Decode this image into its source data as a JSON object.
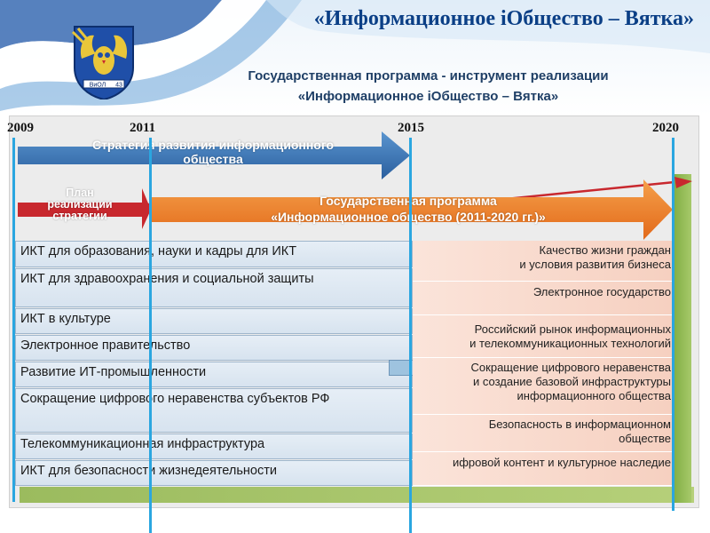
{
  "header": {
    "title": "«Информационное iОбщество – Вятка»",
    "subtitle_line1": "Государственная программа - инструмент реализации",
    "subtitle_line2": "«Информационное iОбщество – Вятка»"
  },
  "crest": {
    "icon": "kirov-coat-of-arms-icon",
    "ribbon_text": "ВиОЛ",
    "number": "43"
  },
  "timeline": {
    "years": [
      "2009",
      "2011",
      "2015",
      "2020"
    ]
  },
  "arrows": {
    "strategy_line1": "Стратегия развития информационного",
    "strategy_line2": "общества",
    "plan_line1": "План",
    "plan_line2": "реализации",
    "plan_line3": "стратегии",
    "program_line1": "Государственная программа",
    "program_line2": "«Информационное общество (2011-2020 гг.)»"
  },
  "left_items": [
    "ИКТ для образования, науки и кадры для ИКТ",
    "ИКТ для здравоохранения и социальной защиты",
    "ИКТ в культуре",
    "Электронное правительство",
    "Развитие ИТ-промышленности",
    "Сокращение цифрового неравенства субъектов РФ",
    "Телекоммуникационная инфраструктура",
    "ИКТ для безопасности жизнедеятельности"
  ],
  "right_items": [
    [
      "Качество жизни граждан",
      "и условия развития бизнеса"
    ],
    [
      "Электронное государство"
    ],
    [
      "Российский рынок информационных",
      "и телекоммуникационных технологий"
    ],
    [
      "Сокращение цифрового неравенства",
      "и создание базовой инфраструктуры",
      "информационного общества"
    ],
    [
      "Безопасность в информационном",
      "обществе"
    ],
    [
      "ифровой контент и культурное наследие"
    ]
  ],
  "colors": {
    "title": "#0b3f86",
    "blue_arrow": "#2f6fae",
    "orange_arrow": "#ee7c1f",
    "red_arrow": "#c8282e",
    "left_items_bg": "#dbe6f1",
    "right_items_bg": "#f8d6c8",
    "green_bar": "#8bb64b",
    "year_lines": "#2aa6e0"
  }
}
